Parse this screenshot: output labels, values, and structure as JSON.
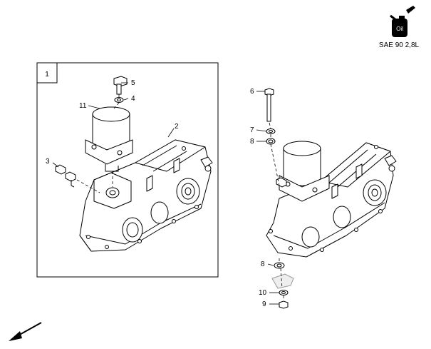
{
  "oil_spec": {
    "label": "Oil",
    "capacity_text": "SAE 90 2,8L"
  },
  "group_box": {
    "number": "1"
  },
  "callouts": {
    "c2": "2",
    "c3": "3",
    "c4": "4",
    "c5": "5",
    "c11": "11",
    "c6": "6",
    "c7": "7",
    "c8a": "8",
    "c8b": "8",
    "c9": "9",
    "c10": "10"
  }
}
